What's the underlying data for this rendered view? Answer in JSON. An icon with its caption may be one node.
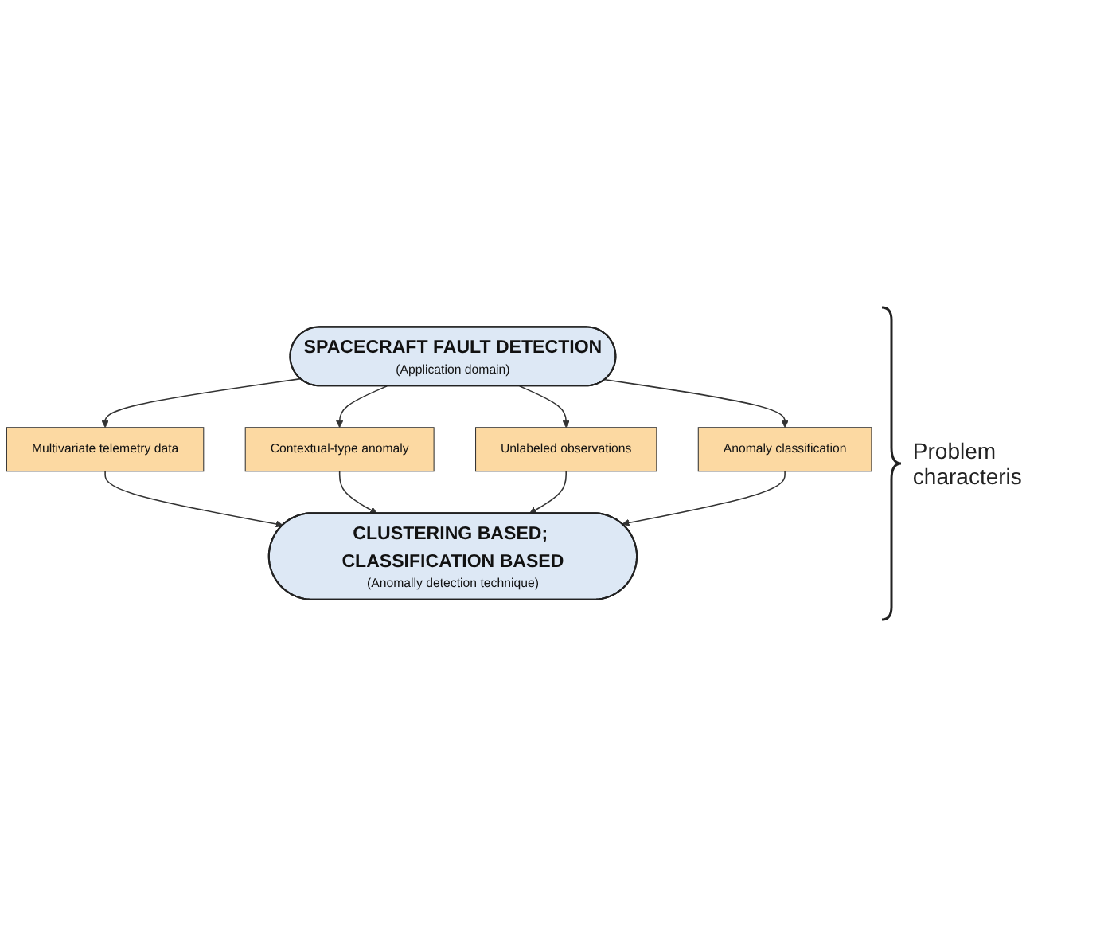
{
  "diagram": {
    "nodes": [
      {
        "text": [
          "SPACECRAFT FAULT DETECTION",
          "(Application domain)"
        ]
      },
      {
        "text": [
          "Multivariate telemetry data"
        ]
      },
      {
        "text": [
          "Contextual-type anomaly"
        ]
      },
      {
        "text": [
          "Unlabeled observations"
        ]
      },
      {
        "text": [
          "Anomaly classification"
        ]
      },
      {
        "text": [
          "CLUSTERING BASED; CLASSIFICATION BASED",
          "(Anomally detection technique)"
        ]
      }
    ],
    "edges": [
      {
        "from": 0,
        "to": 1,
        "arrow": "to"
      },
      {
        "from": 0,
        "to": 2,
        "arrow": "to"
      },
      {
        "from": 0,
        "to": 3,
        "arrow": "to"
      },
      {
        "from": 0,
        "to": 4,
        "arrow": "to"
      },
      {
        "from": 1,
        "to": 5,
        "arrow": "to"
      },
      {
        "from": 2,
        "to": 5,
        "arrow": "to"
      },
      {
        "from": 3,
        "to": 5,
        "arrow": "to"
      },
      {
        "from": 4,
        "to": 5,
        "arrow": "to"
      }
    ],
    "labels": [
      "Problem characteris"
    ]
  }
}
